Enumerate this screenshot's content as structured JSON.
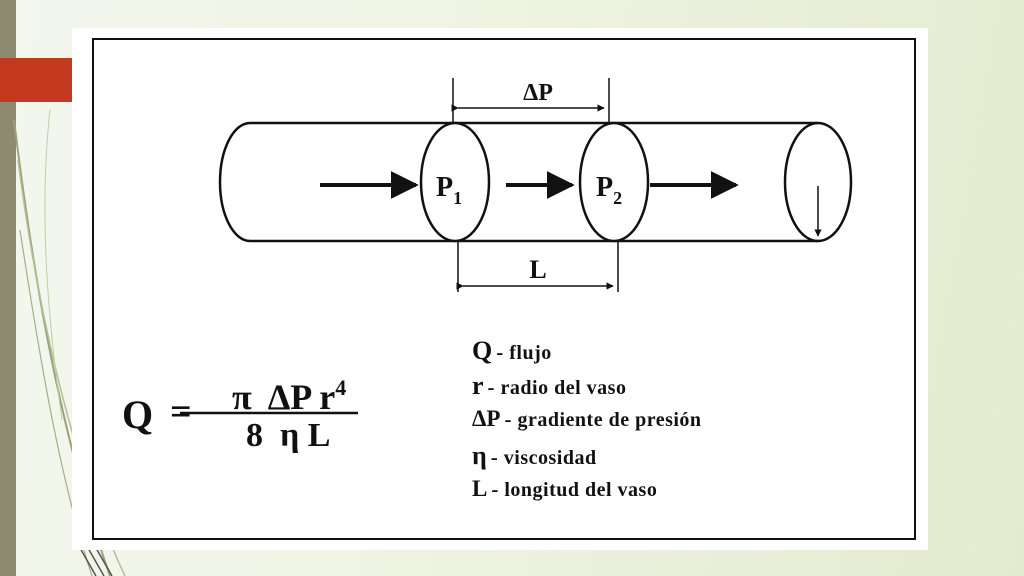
{
  "diagram": {
    "pressure_diff_label": "ΔP",
    "p1_label": "P",
    "p1_subscript": "1",
    "p2_label": "P",
    "p2_subscript": "2",
    "length_label": "L"
  },
  "formula": {
    "lhs": "Q",
    "equals": "=",
    "numerator": "π  ΔP r",
    "exponent": "4",
    "denominator": "8  η L"
  },
  "legend": [
    {
      "symbol": "Q",
      "sep": "-",
      "desc": "flujo"
    },
    {
      "symbol": "r",
      "sep": "-",
      "desc": "radio del vaso"
    },
    {
      "symbol": "ΔP",
      "sep": "-",
      "desc": "gradiente de presión"
    },
    {
      "symbol": "η",
      "sep": "-",
      "desc": "viscosidad"
    },
    {
      "symbol": "L",
      "sep": "-",
      "desc": "longitud del vaso"
    }
  ],
  "colors": {
    "accent": "#c2391f",
    "side_bar": "#8d8a70",
    "ink": "#111111"
  }
}
